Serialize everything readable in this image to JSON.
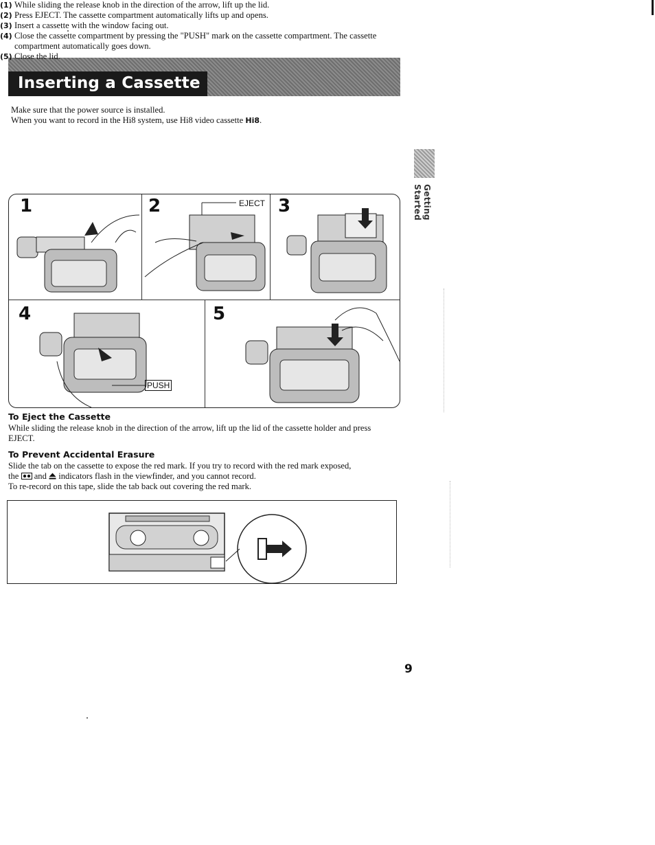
{
  "header": {
    "title": "Inserting a Cassette"
  },
  "intro": {
    "line1": "Make sure that the power source is installed.",
    "line2_prefix": "When you want to record in the Hi8 system, use Hi8 video cassette",
    "hi8_mark": "Hi8",
    "line2_suffix": "."
  },
  "steps": [
    {
      "num": "(1)",
      "text": "While sliding the release knob in the direction of the arrow, lift up the lid."
    },
    {
      "num": "(2)",
      "text": "Press EJECT. The cassette compartment automatically lifts up and opens."
    },
    {
      "num": "(3)",
      "text": "Insert a cassette with the window facing out."
    },
    {
      "num": "(4)",
      "text": "Close the cassette compartment by pressing the \"PUSH\" mark on the cassette compartment. The cassette compartment automatically goes down."
    },
    {
      "num": "(5)",
      "text": "Close the lid."
    }
  ],
  "figures": {
    "panel1": "1",
    "panel2": "2",
    "panel3": "3",
    "panel4": "4",
    "panel5": "5",
    "eject_label": "EJECT",
    "push_label": "PUSH"
  },
  "eject_section": {
    "heading": "To Eject the Cassette",
    "text": "While sliding the release knob in the direction of the arrow, lift up the lid of the cassette holder and press EJECT."
  },
  "erasure_section": {
    "heading": "To Prevent Accidental Erasure",
    "line1": "Slide the tab on the cassette to expose the red mark. If you try to record with the red mark exposed,",
    "line2_a": "the",
    "line2_b": "and",
    "line2_c": "indicators flash in the viewfinder, and you cannot record.",
    "line3": "To re-record on this tape, slide the tab back out covering the red mark."
  },
  "sidebar": {
    "label": "Getting Started"
  },
  "page_number": "9",
  "icons": [
    "camcorder-illustration",
    "arrow-icon",
    "hand-illustration",
    "cassette-illustration",
    "tape-icon",
    "eject-icon"
  ]
}
